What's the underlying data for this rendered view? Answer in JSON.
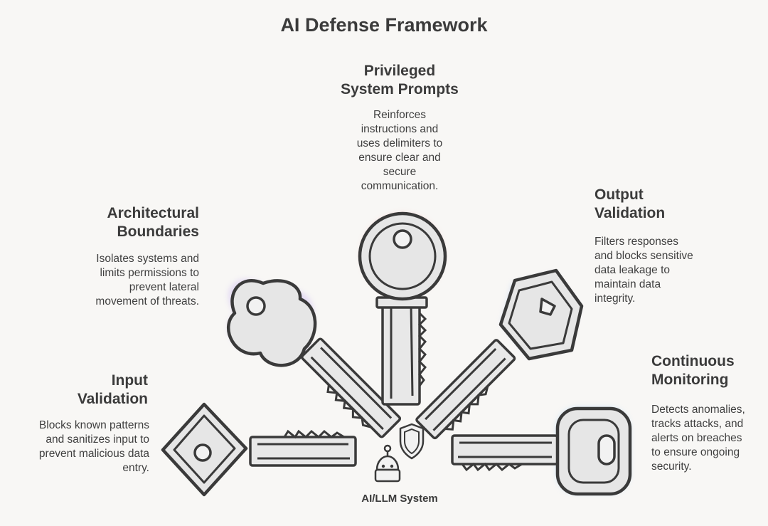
{
  "title": "AI Defense Framework",
  "center_label": "AI/LLM System",
  "items": [
    {
      "id": "input",
      "heading_lines": [
        "Input",
        "Validation"
      ],
      "desc_lines": [
        "Blocks known patterns",
        "and sanitizes input to",
        "prevent malicious data",
        "entry."
      ],
      "color": "#a8e6c8"
    },
    {
      "id": "architectural",
      "heading_lines": [
        "Architectural",
        "Boundaries"
      ],
      "desc_lines": [
        "Isolates systems and",
        "limits permissions to",
        "prevent lateral",
        "movement of threats."
      ],
      "color": "#c9b6f0"
    },
    {
      "id": "privileged",
      "heading_lines": [
        "Privileged",
        "System Prompts"
      ],
      "desc_lines": [
        "Reinforces",
        "instructions and",
        "uses delimiters to",
        "ensure clear and",
        "secure",
        "communication."
      ],
      "color": "#f4b3b3"
    },
    {
      "id": "output",
      "heading_lines": [
        "Output",
        "Validation"
      ],
      "desc_lines": [
        "Filters responses",
        "and blocks sensitive",
        "data leakage to",
        "maintain data",
        "integrity."
      ],
      "color": "#b9cdf2"
    },
    {
      "id": "monitoring",
      "heading_lines": [
        "Continuous",
        "Monitoring"
      ],
      "desc_lines": [
        "Detects anomalies,",
        "tracks attacks, and",
        "alerts on breaches",
        "to ensure ongoing",
        "security."
      ],
      "color": "#b3d6f4"
    }
  ],
  "icons": [
    "robot-icon",
    "shield-icon",
    "key-icon"
  ]
}
